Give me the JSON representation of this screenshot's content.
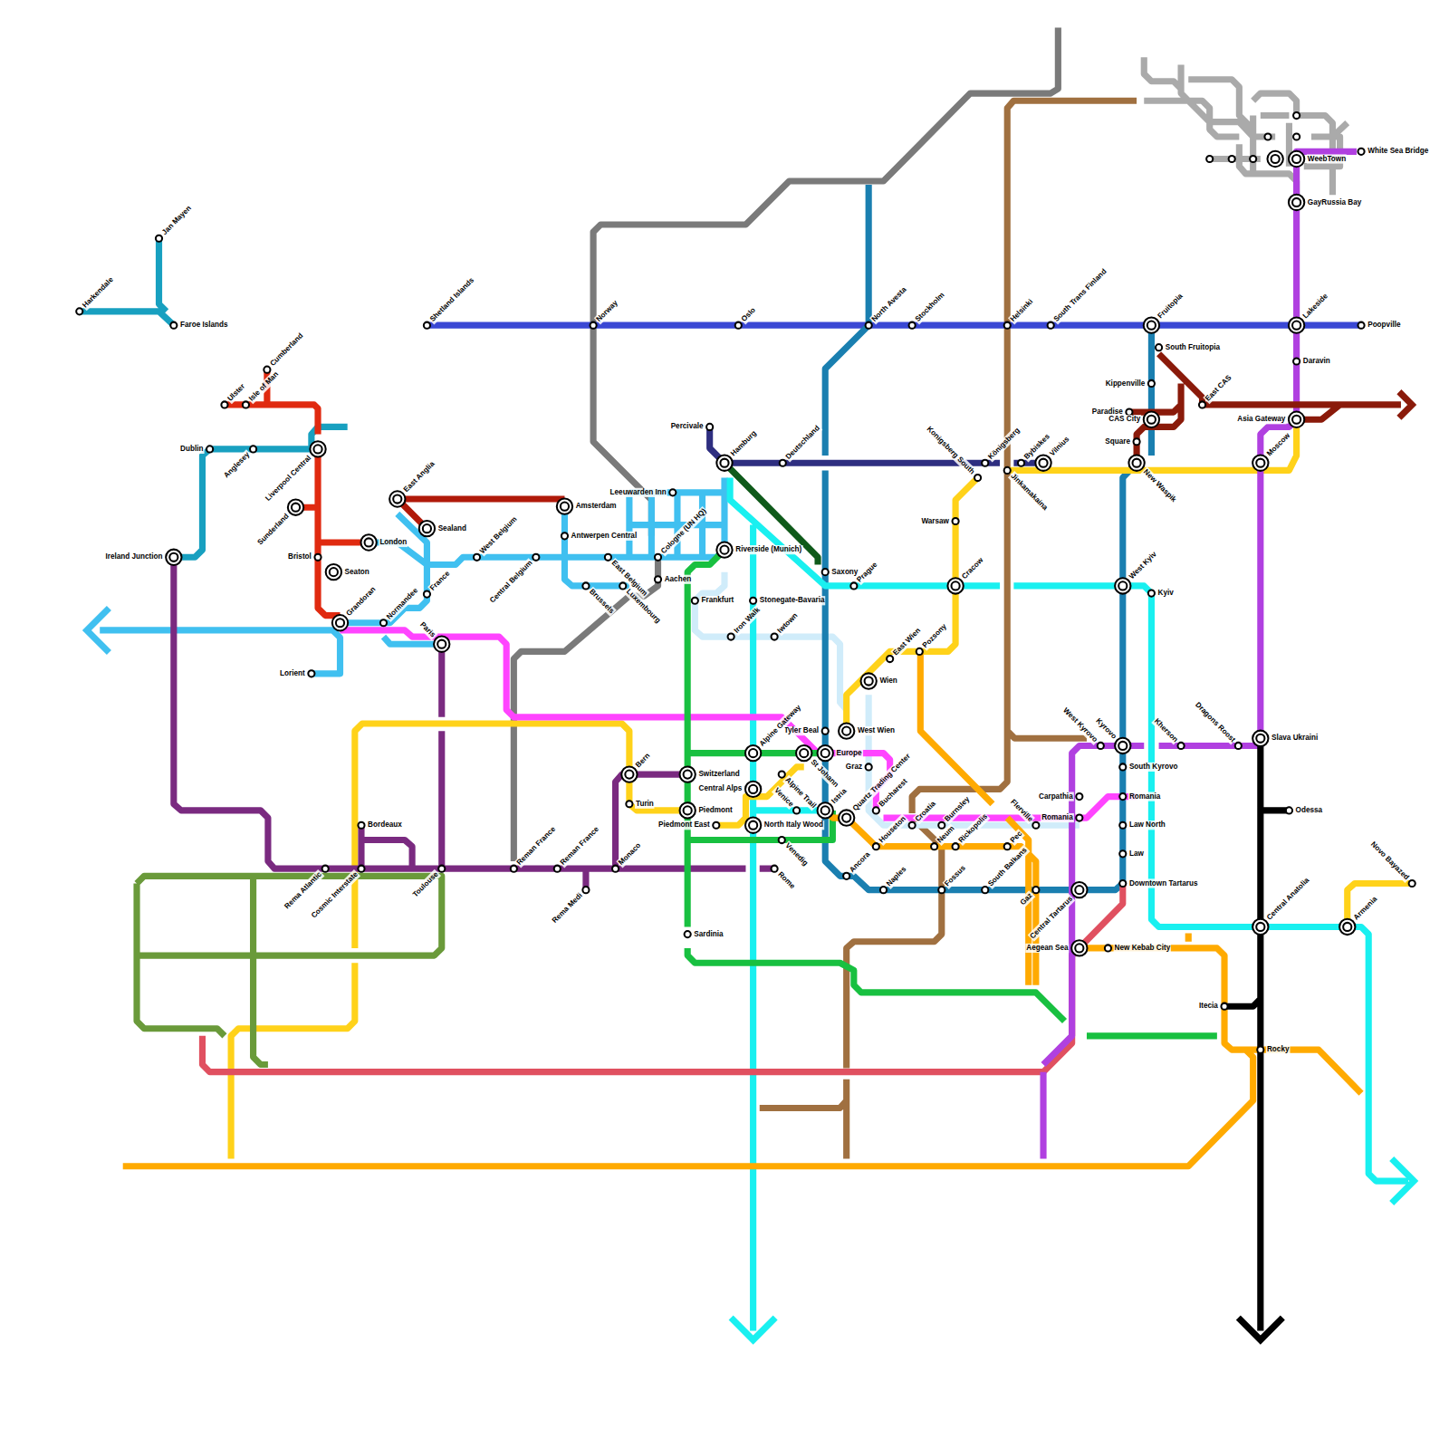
{
  "diagram": {
    "labels": [
      "Harkendale",
      "Jan Mayen",
      "Faroe Islands",
      "Ulster",
      "Isle of Man",
      "Cumberland",
      "Dublin",
      "Anglesey",
      "Liverpool Central",
      "Sunderland",
      "Ireland Junction",
      "Bristol",
      "Seaton",
      "London",
      "East Anglia",
      "Sealand",
      "Grandoran",
      "Normandee",
      "France",
      "Paris",
      "Lorient",
      "West Belgium",
      "Central Belgium",
      "Amsterdam",
      "Antwerpen Central",
      "East Belgium",
      "Brussels",
      "Luxembourg",
      "Leeuwarden Inn",
      "Cologne (UN HQ)",
      "Aachen",
      "Shetland Islands",
      "Norway",
      "Oslo",
      "North Avesta",
      "Stockholm",
      "Helsinki",
      "South Trans Finland",
      "Fruitopia",
      "Lakeside",
      "Poopville",
      "Percivale",
      "Hamburg",
      "Deutschland",
      "Konigsberg South",
      "Königsberg",
      "Bybiskes",
      "Vilnius",
      "Jinkamakaina",
      "Warsaw",
      "Cracow",
      "Riverside (Munich)",
      "Saxony",
      "Prague",
      "Frankfurt",
      "Stonegate-Bavaria",
      "Iron Walk",
      "Iwtown",
      "East Wien",
      "Pozsony",
      "Wien",
      "West Wien",
      "Tyler Beal",
      "Europe",
      "Graz",
      "Alpine Gateway",
      "St Johann",
      "Switzerland",
      "Bern",
      "Central Alps",
      "Alpine Trail",
      "Turin",
      "Piedmont",
      "Piedmont East",
      "North Italy Wood",
      "Venice",
      "Venedig",
      "Istria",
      "Quartz Trading Center",
      "Bucharest",
      "Houseton",
      "Ancora",
      "Naples",
      "Croatia",
      "Burnsley",
      "Neum",
      "Rickopolis",
      "Fossus",
      "Pec",
      "South Balkans",
      "Flerville",
      "Gaz",
      "Central Tartarus",
      "Aegean Sea",
      "New Kebab City",
      "Carpathia",
      "Romania",
      "West Kyrovo",
      "Kyrovo",
      "Kherson",
      "Dragons Roost",
      "Slava Ukraini",
      "South Kyrovo",
      "Romania",
      "Law North",
      "Law",
      "Downtown Tartarus",
      "West Kyiv",
      "Kyiv",
      "Odessa",
      "Central Anatolia",
      "Armenia",
      "Novo Bayazed",
      "Itecia",
      "Rocky",
      "Rema Atlantic",
      "Cosmic Interstate",
      "Bordeaux",
      "Toulouse",
      "Reman France",
      "Reman France",
      "Rema Medi",
      "Monaco",
      "Rome",
      "Sardinia",
      "South Fruitopia",
      "Kippenville",
      "Paradise",
      "CAS City",
      "East CAS",
      "Square",
      "New Waspik",
      "Asia Gateway",
      "Moscow",
      "Daravin",
      "GayRussia Bay",
      "WeebTown",
      "White Sea Bridge"
    ]
  }
}
